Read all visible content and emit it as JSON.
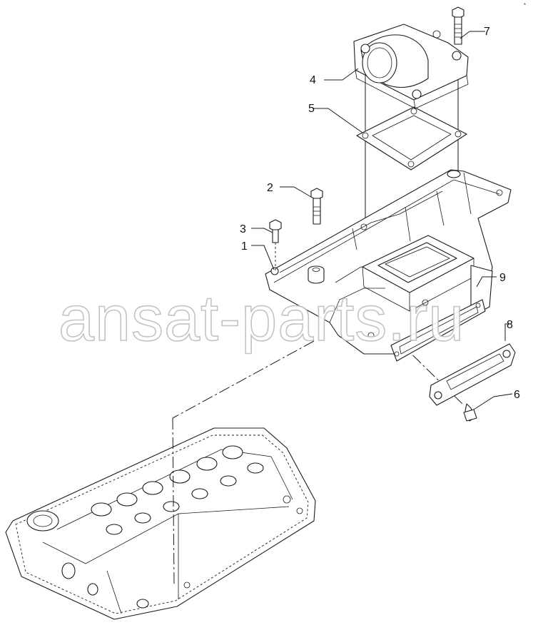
{
  "callouts": [
    {
      "id": "1",
      "label": "1"
    },
    {
      "id": "2",
      "label": "2"
    },
    {
      "id": "3",
      "label": "3"
    },
    {
      "id": "4",
      "label": "4"
    },
    {
      "id": "5",
      "label": "5"
    },
    {
      "id": "6",
      "label": "6"
    },
    {
      "id": "7",
      "label": "7"
    },
    {
      "id": "8",
      "label": "8"
    },
    {
      "id": "9",
      "label": "9"
    }
  ],
  "watermark": "ansat-parts.ru",
  "corner_mark": "*",
  "colors": {
    "line": "#1a1a1a",
    "background": "#ffffff",
    "watermark_outline": "#bdbdbd"
  }
}
